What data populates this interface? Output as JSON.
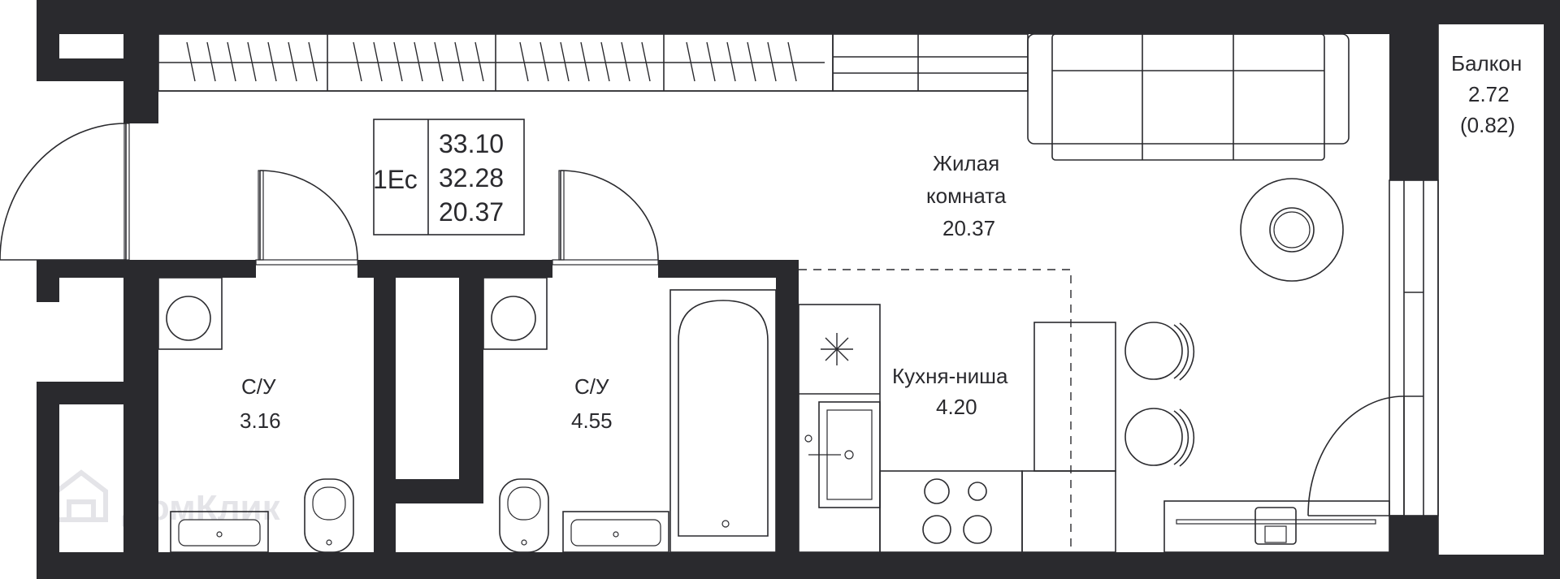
{
  "apartment": {
    "type_code": "1Ес",
    "areas": [
      "33.10",
      "32.28",
      "20.37"
    ]
  },
  "rooms": [
    {
      "name": "Жилая",
      "name2": "комната",
      "area": "20.37"
    },
    {
      "name": "Кухня-ниша",
      "area": "4.20"
    },
    {
      "name": "С/У",
      "area": "3.16"
    },
    {
      "name": "С/У",
      "area": "4.55"
    },
    {
      "name": "Балкон",
      "area": "2.72",
      "extra": "(0.82)"
    }
  ],
  "watermark": "ДомКлик",
  "colors": {
    "wall": "#2a2a2e",
    "background": "#ffffff"
  }
}
